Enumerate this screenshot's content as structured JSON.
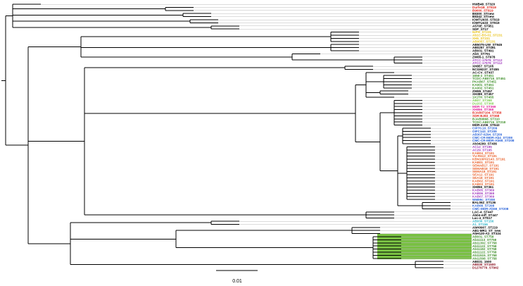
{
  "colors": {
    "branch": "#000000",
    "leader": "#b8b8b8",
    "highlight": "#79c043",
    "black": "#000000",
    "red": "#e0261b",
    "yellow": "#e8c21a",
    "purple": "#a23bbf",
    "green": "#3f8f2a",
    "lightgreen": "#7acb4a",
    "blue": "#2660d8",
    "magenta": "#e0209a",
    "orange": "#e8612c",
    "cyan": "#2fb4c8",
    "darkred": "#8a1020"
  },
  "scale_bar": {
    "label": "0.01"
  },
  "tips": [
    {
      "label": "HWB48_ST320",
      "color": "black"
    },
    {
      "label": "Durfe1B_ST819",
      "color": "red"
    },
    {
      "label": "B9000_ST819",
      "color": "red"
    },
    {
      "label": "B8300_STnew",
      "color": "black"
    },
    {
      "label": "B8342_STnew",
      "color": "black"
    },
    {
      "label": "IOMTU433_ST919",
      "color": "black"
    },
    {
      "label": "IOMTU433_ST919",
      "color": "black"
    },
    {
      "label": "A570E_ST951",
      "color": "black"
    },
    {
      "label": "SDF_ST17",
      "color": "black"
    },
    {
      "label": "NIPH_ST231",
      "color": "yellow"
    },
    {
      "label": "Ab1C-BS-01_ST231",
      "color": "yellow"
    },
    {
      "label": "XH5_ST231",
      "color": "yellow"
    },
    {
      "label": "AB0057_ST231",
      "color": "yellow"
    },
    {
      "label": "AB5075-UW_ST945",
      "color": "black"
    },
    {
      "label": "AB0257_ST491",
      "color": "black"
    },
    {
      "label": "AB031_ST491",
      "color": "black"
    },
    {
      "label": "AbS_ST791",
      "color": "black"
    },
    {
      "label": "ZW85-1_ST978",
      "color": "black"
    },
    {
      "label": "ATCC-17978_ST112",
      "color": "purple"
    },
    {
      "label": "ATCC-17978_ST112",
      "color": "purple"
    },
    {
      "label": "XH857_ST105",
      "color": "black"
    },
    {
      "label": "NCGM237_ST455",
      "color": "black"
    },
    {
      "label": "AC-CV_ST437",
      "color": "black"
    },
    {
      "label": "1656-2_ST451",
      "color": "green"
    },
    {
      "label": "TCDC-AB0715_ST451",
      "color": "green"
    },
    {
      "label": "PKAB07_ST451",
      "color": "green"
    },
    {
      "label": "KA001_ST451",
      "color": "green"
    },
    {
      "label": "KA002_ST451",
      "color": "green"
    },
    {
      "label": "ZW85_ST457",
      "color": "black"
    },
    {
      "label": "XH386_ST457",
      "color": "black"
    },
    {
      "label": "1X1TH_ST455",
      "color": "green"
    },
    {
      "label": "AB07_ST368",
      "color": "lightgreen"
    },
    {
      "label": "DU202_ST368",
      "color": "lightgreen"
    },
    {
      "label": "MDR-TJ_ST369",
      "color": "magenta"
    },
    {
      "label": "XH856_ST368",
      "color": "magenta"
    },
    {
      "label": "BJAB07104_ST358",
      "color": "red"
    },
    {
      "label": "XDR-BJ83_ST368",
      "color": "red"
    },
    {
      "label": "BJAB0868_ST310",
      "color": "green"
    },
    {
      "label": "TCDC-AB0715_ST218",
      "color": "green"
    },
    {
      "label": "MDR-ZJ06_ST643",
      "color": "black"
    },
    {
      "label": "CIP70.10_ST209",
      "color": "blue"
    },
    {
      "label": "OIFC143_ST209",
      "color": "blue"
    },
    {
      "label": "AB307-0294_ST209",
      "color": "blue"
    },
    {
      "label": "CMC-CR-MDR-Ab4_ST208",
      "color": "blue"
    },
    {
      "label": "CMC-CR-MDR-Ab66_ST208",
      "color": "blue"
    },
    {
      "label": "Ab34299_ST436",
      "color": "black"
    },
    {
      "label": "AC12_ST195",
      "color": "purple"
    },
    {
      "label": "AC29_ST195",
      "color": "purple"
    },
    {
      "label": "KAB04_ST191",
      "color": "orange"
    },
    {
      "label": "YU-R612_ST191",
      "color": "orange"
    },
    {
      "label": "KBN10P02143_ST191",
      "color": "orange"
    },
    {
      "label": "KAB01_ST191",
      "color": "orange"
    },
    {
      "label": "SEMAB17_ST191",
      "color": "orange"
    },
    {
      "label": "SEMAB18_ST191",
      "color": "orange"
    },
    {
      "label": "SEMA18_ST191",
      "color": "orange"
    },
    {
      "label": "SEA12_ST191",
      "color": "orange"
    },
    {
      "label": "SEA18_ST191",
      "color": "orange"
    },
    {
      "label": "KAB02_ST191",
      "color": "orange"
    },
    {
      "label": "KAB03_ST191",
      "color": "orange"
    },
    {
      "label": "XH856_ST361",
      "color": "black"
    },
    {
      "label": "KAB05_ST369",
      "color": "purple"
    },
    {
      "label": "KAB06_ST369",
      "color": "purple"
    },
    {
      "label": "KAB07_ST369",
      "color": "purple"
    },
    {
      "label": "WM99c_ST208",
      "color": "blue"
    },
    {
      "label": "BAL062_ST136",
      "color": "black"
    },
    {
      "label": "KAB08_ST208",
      "color": "blue"
    },
    {
      "label": "CMC-MDR-Ab59_ST208",
      "color": "blue"
    },
    {
      "label": "LAC-4_ST447",
      "color": "black"
    },
    {
      "label": "Ab04-mff_ST447",
      "color": "black"
    },
    {
      "label": "Lac-4_ST617",
      "color": "black"
    },
    {
      "label": "AB030_ST156",
      "color": "cyan"
    },
    {
      "label": "A1_ST156",
      "color": "cyan"
    },
    {
      "label": "AbH0907_ST219",
      "color": "black"
    },
    {
      "label": "AB1-MR1_ST_new",
      "color": "black"
    },
    {
      "label": "AbH120-A2_ST324",
      "color": "black"
    },
    {
      "label": "AB031_ST758",
      "color": "green"
    },
    {
      "label": "Ab11113_ST758",
      "color": "green"
    },
    {
      "label": "Ab11302_ST758",
      "color": "green"
    },
    {
      "label": "Ab11122_ST758",
      "color": "green"
    },
    {
      "label": "Ab11182_ST758",
      "color": "green"
    },
    {
      "label": "Ab11122_ST758",
      "color": "green"
    },
    {
      "label": "Ab11515_ST758",
      "color": "green"
    },
    {
      "label": "Ab11508_ST758",
      "color": "green"
    },
    {
      "label": "AB031_1500",
      "color": "black"
    },
    {
      "label": "AB030_ST1500",
      "color": "darkred"
    },
    {
      "label": "D1279779_ST942",
      "color": "darkred"
    }
  ]
}
